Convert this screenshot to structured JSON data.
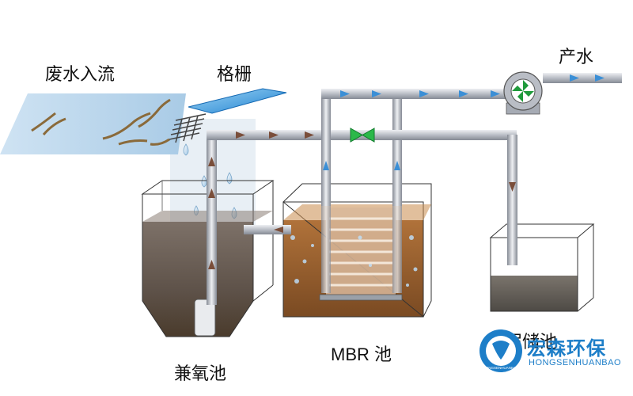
{
  "labels": {
    "wastewater_inflow": "废水入流",
    "screen": "格栅",
    "product_water": "产水",
    "anoxic_tank": "兼氧池",
    "mbr_tank": "MBR 池",
    "sludge_tank": "泥储池"
  },
  "logo": {
    "name": "宏森环保",
    "romanized": "HONGSENHUANBAO",
    "ring_text": "HONGSENHUANBAO",
    "color": "#1d7ec8"
  },
  "colors": {
    "pipe": "#c9ccd3",
    "flow_arrow": "#7a4e3a",
    "water_arrow": "#3b8fd6",
    "sludge": "#8b5a2b",
    "anoxic_liquid": "#6a5d52",
    "valve": "#2bb84a",
    "inflow_channel": "#b8d6ec"
  }
}
